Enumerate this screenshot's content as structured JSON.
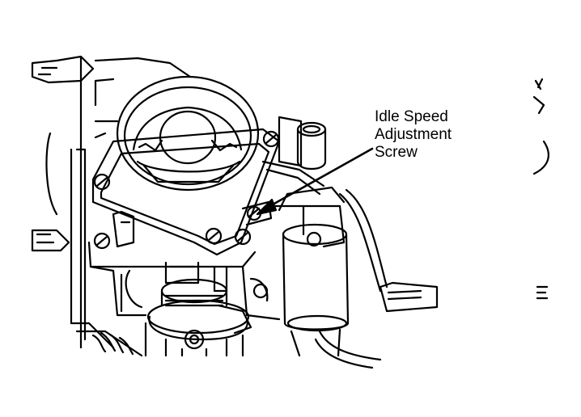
{
  "callout": {
    "lines": [
      "Idle Speed",
      "Adjustment",
      "Screw"
    ]
  },
  "colors": {
    "ink": "#000000",
    "paper": "#ffffff"
  }
}
